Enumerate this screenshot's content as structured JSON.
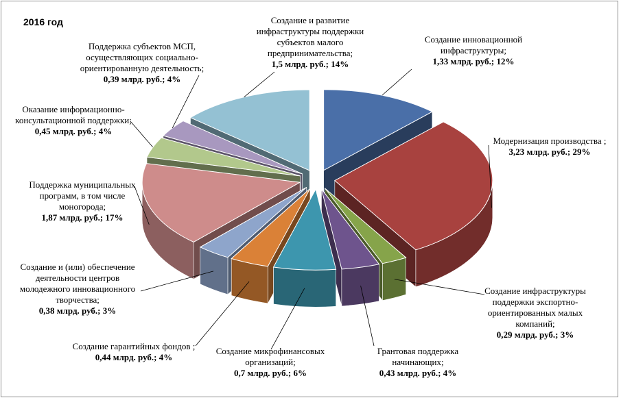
{
  "chart_data": {
    "type": "pie",
    "title": "2016 год",
    "slices": [
      {
        "name": "Создание инновационной инфраструктуры;",
        "value_text": "1,33 млрд. руб.; 12%",
        "value": 1.33,
        "percent": 12,
        "color": "#4a6fa8"
      },
      {
        "name": "Модернизация производства ;",
        "value_text": "3,23 млрд. руб.; 29%",
        "value": 3.23,
        "percent": 29,
        "color": "#a8423f"
      },
      {
        "name": "Создание инфраструктуры поддержки экспортно-ориентированных малых компаний;",
        "value_text": "0,29 млрд. руб.; 3%",
        "value": 0.29,
        "percent": 3,
        "color": "#86a44a"
      },
      {
        "name": "Грантовая поддержка начинающих;",
        "value_text": "0,43 млрд. руб.; 4%",
        "value": 0.43,
        "percent": 4,
        "color": "#6e548d"
      },
      {
        "name": "Создание микрофинансовых организаций;",
        "value_text": "0,7 млрд. руб.; 6%",
        "value": 0.7,
        "percent": 6,
        "color": "#3d96ae"
      },
      {
        "name": "Создание гарантийных фондов ;",
        "value_text": "0,44 млрд. руб.; 4%",
        "value": 0.44,
        "percent": 4,
        "color": "#da8137"
      },
      {
        "name": "Создание и (или) обеспечение деятельности центров молодежного инновационного творчества;",
        "value_text": "0,38 млрд. руб.; 3%",
        "value": 0.38,
        "percent": 3,
        "color": "#8ea5cb"
      },
      {
        "name": "Поддержка муниципальных программ, в том числе моногорода;",
        "value_text": "1,87 млрд. руб.; 17%",
        "value": 1.87,
        "percent": 17,
        "color": "#ce8c8b"
      },
      {
        "name": "Оказание информационно-консультационной поддержки;",
        "value_text": "0,45 млрд. руб.; 4%",
        "value": 0.45,
        "percent": 4,
        "color": "#b2c88c"
      },
      {
        "name": "Поддержка субъектов МСП, осуществляющих социально-ориентированную деятельность;",
        "value_text": "0,39 млрд. руб.; 4%",
        "value": 0.39,
        "percent": 4,
        "color": "#a898bf"
      },
      {
        "name": "Создание и развитие инфраструктуры поддержки субъектов малого предпринимательства;",
        "value_text": "1,5 млрд. руб.; 14%",
        "value": 1.5,
        "percent": 14,
        "color": "#94c1d3"
      }
    ]
  }
}
